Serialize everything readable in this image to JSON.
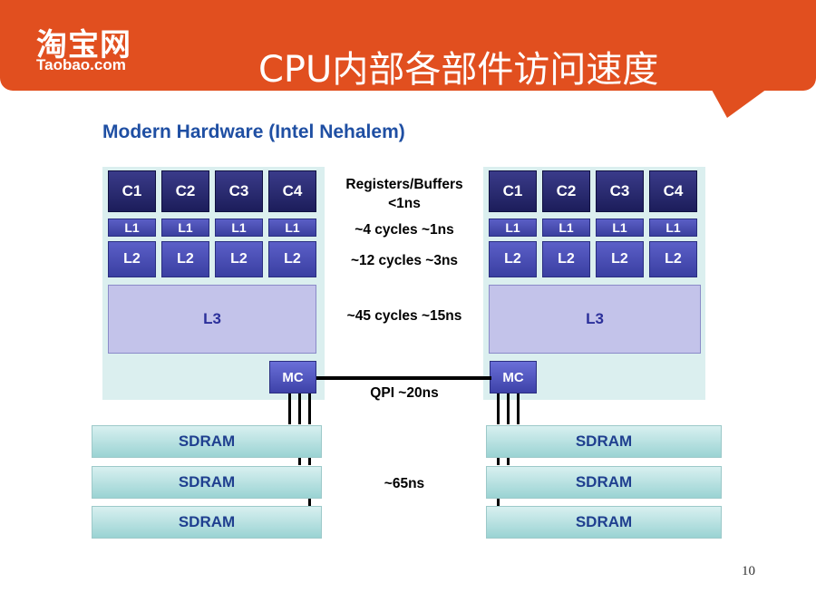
{
  "header": {
    "logo_cn": "淘宝网",
    "logo_en": "Taobao.com",
    "title": "CPU内部各部件访问速度",
    "color": "#e14f1f"
  },
  "subtitle": "Modern Hardware (Intel Nehalem)",
  "socket_left": {
    "cores": [
      "C1",
      "C2",
      "C3",
      "C4"
    ],
    "l1": [
      "L1",
      "L1",
      "L1",
      "L1"
    ],
    "l2": [
      "L2",
      "L2",
      "L2",
      "L2"
    ],
    "l3": "L3",
    "mc": "MC"
  },
  "socket_right": {
    "cores": [
      "C1",
      "C2",
      "C3",
      "C4"
    ],
    "l1": [
      "L1",
      "L1",
      "L1",
      "L1"
    ],
    "l2": [
      "L2",
      "L2",
      "L2",
      "L2"
    ],
    "l3": "L3",
    "mc": "MC"
  },
  "labels": {
    "registers_line1": "Registers/Buffers",
    "registers_line2": "<1ns",
    "l1": "~4 cycles ~1ns",
    "l2": "~12 cycles ~3ns",
    "l3": "~45 cycles ~15ns",
    "qpi": "QPI ~20ns",
    "dram": "~65ns"
  },
  "sdram_left": [
    "SDRAM",
    "SDRAM",
    "SDRAM"
  ],
  "sdram_right": [
    "SDRAM",
    "SDRAM",
    "SDRAM"
  ],
  "page_number": "10"
}
